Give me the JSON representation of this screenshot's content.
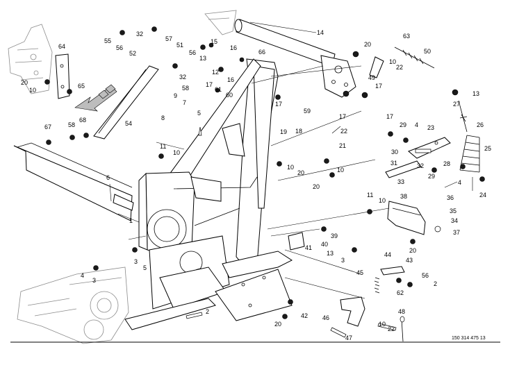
{
  "drawing_number": "150 314 475 13",
  "callouts": [
    {
      "id": "c14",
      "label": "14"
    },
    {
      "id": "c20a",
      "label": "20"
    },
    {
      "id": "c63",
      "label": "63"
    },
    {
      "id": "c50",
      "label": "50"
    },
    {
      "id": "c49",
      "label": "49"
    },
    {
      "id": "c10a",
      "label": "10"
    },
    {
      "id": "c22a",
      "label": "22"
    },
    {
      "id": "c17a",
      "label": "17"
    },
    {
      "id": "c13a",
      "label": "13"
    },
    {
      "id": "c27",
      "label": "27"
    },
    {
      "id": "c26",
      "label": "26"
    },
    {
      "id": "c25",
      "label": "25"
    },
    {
      "id": "c24",
      "label": "24"
    },
    {
      "id": "c55",
      "label": "55"
    },
    {
      "id": "c32a",
      "label": "32"
    },
    {
      "id": "c57",
      "label": "57"
    },
    {
      "id": "c56a",
      "label": "56"
    },
    {
      "id": "c51",
      "label": "51"
    },
    {
      "id": "c52",
      "label": "52"
    },
    {
      "id": "c56b",
      "label": "56"
    },
    {
      "id": "c13b",
      "label": "13"
    },
    {
      "id": "c32b",
      "label": "32"
    },
    {
      "id": "c58a",
      "label": "58"
    },
    {
      "id": "c15",
      "label": "15"
    },
    {
      "id": "c16a",
      "label": "16"
    },
    {
      "id": "c66",
      "label": "66"
    },
    {
      "id": "c12",
      "label": "12"
    },
    {
      "id": "c16b",
      "label": "16"
    },
    {
      "id": "c64",
      "label": "64"
    },
    {
      "id": "c20b",
      "label": "20"
    },
    {
      "id": "c10b",
      "label": "10"
    },
    {
      "id": "c65",
      "label": "65"
    },
    {
      "id": "c54",
      "label": "54"
    },
    {
      "id": "c9",
      "label": "9"
    },
    {
      "id": "c7",
      "label": "7"
    },
    {
      "id": "c8",
      "label": "8"
    },
    {
      "id": "c5a",
      "label": "5"
    },
    {
      "id": "c17b",
      "label": "17"
    },
    {
      "id": "c61",
      "label": "61"
    },
    {
      "id": "c60",
      "label": "60"
    },
    {
      "id": "c17c",
      "label": "17"
    },
    {
      "id": "c17d",
      "label": "17"
    },
    {
      "id": "c59",
      "label": "59"
    },
    {
      "id": "c67",
      "label": "67"
    },
    {
      "id": "c58b",
      "label": "58"
    },
    {
      "id": "c68",
      "label": "68"
    },
    {
      "id": "c11a",
      "label": "11"
    },
    {
      "id": "c10c",
      "label": "10"
    },
    {
      "id": "c19",
      "label": "19"
    },
    {
      "id": "c18",
      "label": "18"
    },
    {
      "id": "c22b",
      "label": "22"
    },
    {
      "id": "c21",
      "label": "21"
    },
    {
      "id": "c10d",
      "label": "10"
    },
    {
      "id": "c10e",
      "label": "10"
    },
    {
      "id": "c20c",
      "label": "20"
    },
    {
      "id": "c20d",
      "label": "20"
    },
    {
      "id": "c6",
      "label": "6"
    },
    {
      "id": "c17e",
      "label": "17"
    },
    {
      "id": "c29a",
      "label": "29"
    },
    {
      "id": "c4a",
      "label": "4"
    },
    {
      "id": "c23",
      "label": "23"
    },
    {
      "id": "c30",
      "label": "30"
    },
    {
      "id": "c31",
      "label": "31"
    },
    {
      "id": "c32c",
      "label": "32"
    },
    {
      "id": "c28",
      "label": "28"
    },
    {
      "id": "c29b",
      "label": "29"
    },
    {
      "id": "c33",
      "label": "33"
    },
    {
      "id": "c4b",
      "label": "4"
    },
    {
      "id": "c11b",
      "label": "11"
    },
    {
      "id": "c10f",
      "label": "10"
    },
    {
      "id": "c38",
      "label": "38"
    },
    {
      "id": "c36",
      "label": "36"
    },
    {
      "id": "c35",
      "label": "35"
    },
    {
      "id": "c34",
      "label": "34"
    },
    {
      "id": "c37",
      "label": "37"
    },
    {
      "id": "c20e",
      "label": "20"
    },
    {
      "id": "c1",
      "label": "1"
    },
    {
      "id": "c39",
      "label": "39"
    },
    {
      "id": "c40",
      "label": "40"
    },
    {
      "id": "c41",
      "label": "41"
    },
    {
      "id": "c3a",
      "label": "3"
    },
    {
      "id": "c5b",
      "label": "5"
    },
    {
      "id": "c13c",
      "label": "13"
    },
    {
      "id": "c3b",
      "label": "3"
    },
    {
      "id": "c44",
      "label": "44"
    },
    {
      "id": "c43",
      "label": "43"
    },
    {
      "id": "c45",
      "label": "45"
    },
    {
      "id": "c56c",
      "label": "56"
    },
    {
      "id": "c2a",
      "label": "2"
    },
    {
      "id": "c62",
      "label": "62"
    },
    {
      "id": "c4c",
      "label": "4"
    },
    {
      "id": "c3c",
      "label": "3"
    },
    {
      "id": "c2b",
      "label": "2"
    },
    {
      "id": "c42",
      "label": "42"
    },
    {
      "id": "c20f",
      "label": "20"
    },
    {
      "id": "c46",
      "label": "46"
    },
    {
      "id": "c48",
      "label": "48"
    },
    {
      "id": "c10g",
      "label": "10"
    },
    {
      "id": "c22c",
      "label": "22"
    },
    {
      "id": "c47",
      "label": "47"
    }
  ]
}
